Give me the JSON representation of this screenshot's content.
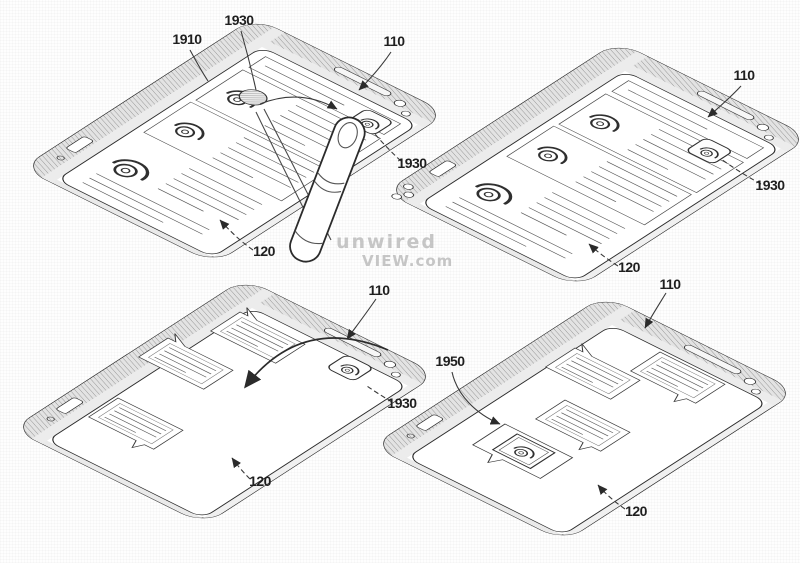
{
  "figure": {
    "watermark": {
      "line1": "unwired",
      "line2": "VIEW.com"
    },
    "colors": {
      "line": "#2b2b2b",
      "band_fill": "#e3e3e3",
      "label_text": "#1f1f1f",
      "watermark": "#a3a3a3"
    },
    "views": {
      "top_left": {
        "labels": {
          "item_1910": "1910",
          "icon_1930": "1930",
          "edge_110": "110",
          "edge_icon_1930": "1930",
          "display_120": "120"
        }
      },
      "top_right": {
        "labels": {
          "edge_110": "110",
          "edge_icon_1930": "1930",
          "display_120": "120"
        }
      },
      "bottom_left": {
        "labels": {
          "edge_110": "110",
          "edge_icon_1930": "1930",
          "display_120": "120"
        }
      },
      "bottom_right": {
        "labels": {
          "notif_1950": "1950",
          "edge_110": "110",
          "display_120": "120"
        }
      }
    }
  }
}
